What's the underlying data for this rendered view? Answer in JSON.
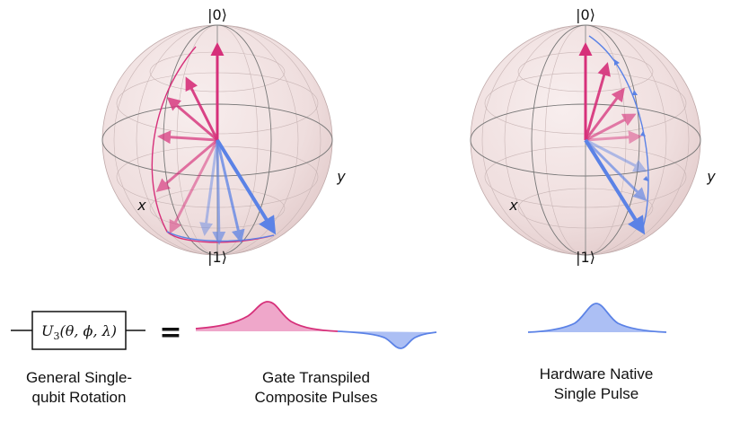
{
  "bloch_left": {
    "label_top": "|0⟩",
    "label_bottom": "|1⟩",
    "label_x": "x",
    "label_y": "y"
  },
  "bloch_right": {
    "label_top": "|0⟩",
    "label_bottom": "|1⟩",
    "label_x": "x",
    "label_y": "y"
  },
  "gate_box": {
    "symbol": "U",
    "subscript": "3",
    "args": "(θ, ϕ, λ)"
  },
  "equals": "=",
  "captions": {
    "left": [
      "General Single-",
      "qubit Rotation"
    ],
    "middle": [
      "Gate Transpiled",
      "Composite Pulses"
    ],
    "right": [
      "Hardware Native",
      "Single Pulse"
    ]
  },
  "colors": {
    "pink": "#d6307a",
    "blue": "#5b82e6",
    "pink_fill": "#ea8ab8",
    "blue_fill": "#9db4f2",
    "sphere": "#f1e4e4"
  }
}
